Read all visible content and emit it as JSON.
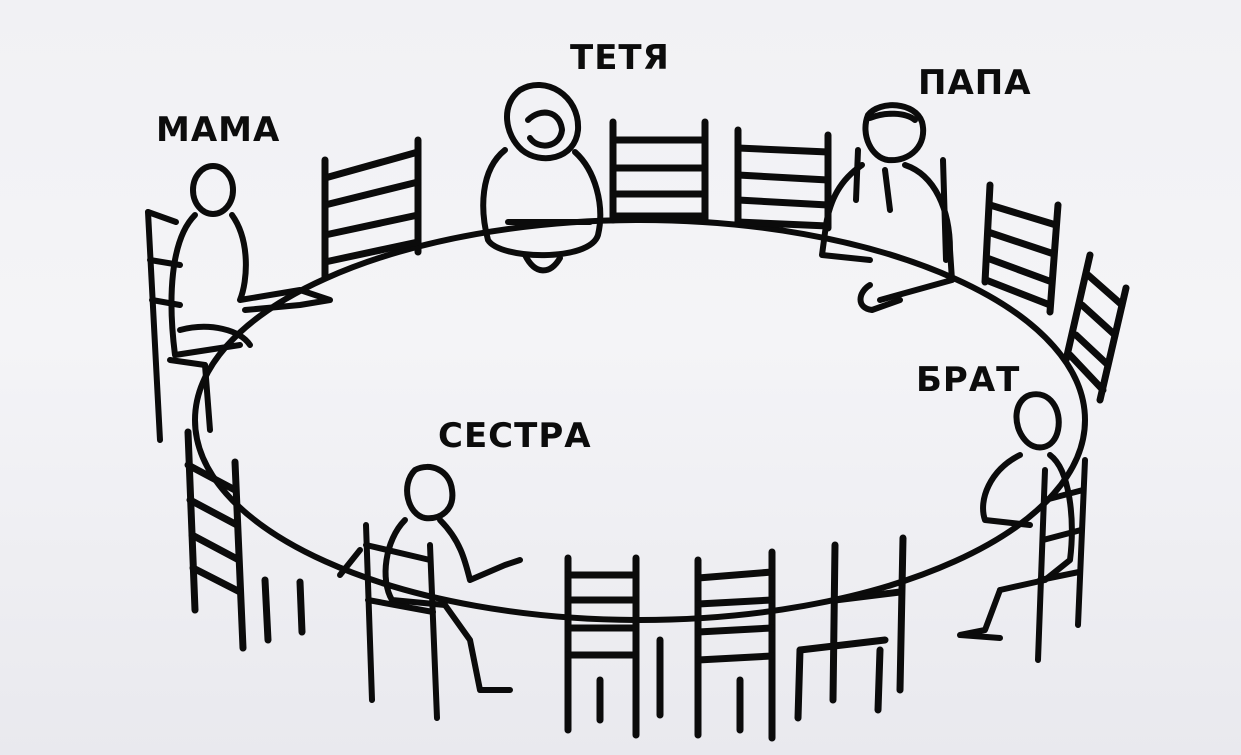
{
  "labels": {
    "mama": "МАМА",
    "tetya": "ТЕТЯ",
    "papa": "ПАПА",
    "brat": "БРАТ",
    "sestra": "СЕСТРА"
  },
  "colors": {
    "ink": "#0b0b0b",
    "background": "#f2f2f5"
  }
}
